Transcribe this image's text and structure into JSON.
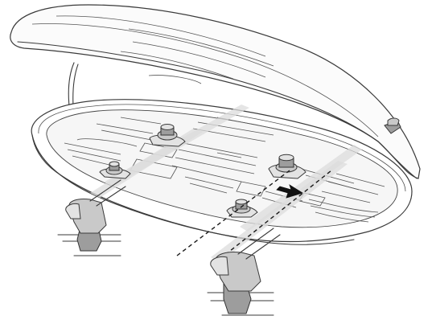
{
  "illustration": {
    "subject": "roof-box-mounting",
    "colors": {
      "outline": "#3a3a3a",
      "mount_gray": "#c9c9c9",
      "dark_gray": "#9d9d9d",
      "light_band": "#dcdcdc",
      "arrow": "#111111",
      "background": "#ffffff"
    },
    "parts": {
      "lid_state": "open",
      "mounting_knobs": 4,
      "arrow_icon": "arrow-right-icon",
      "roof_bars": 2,
      "bar_feet": 2
    }
  }
}
